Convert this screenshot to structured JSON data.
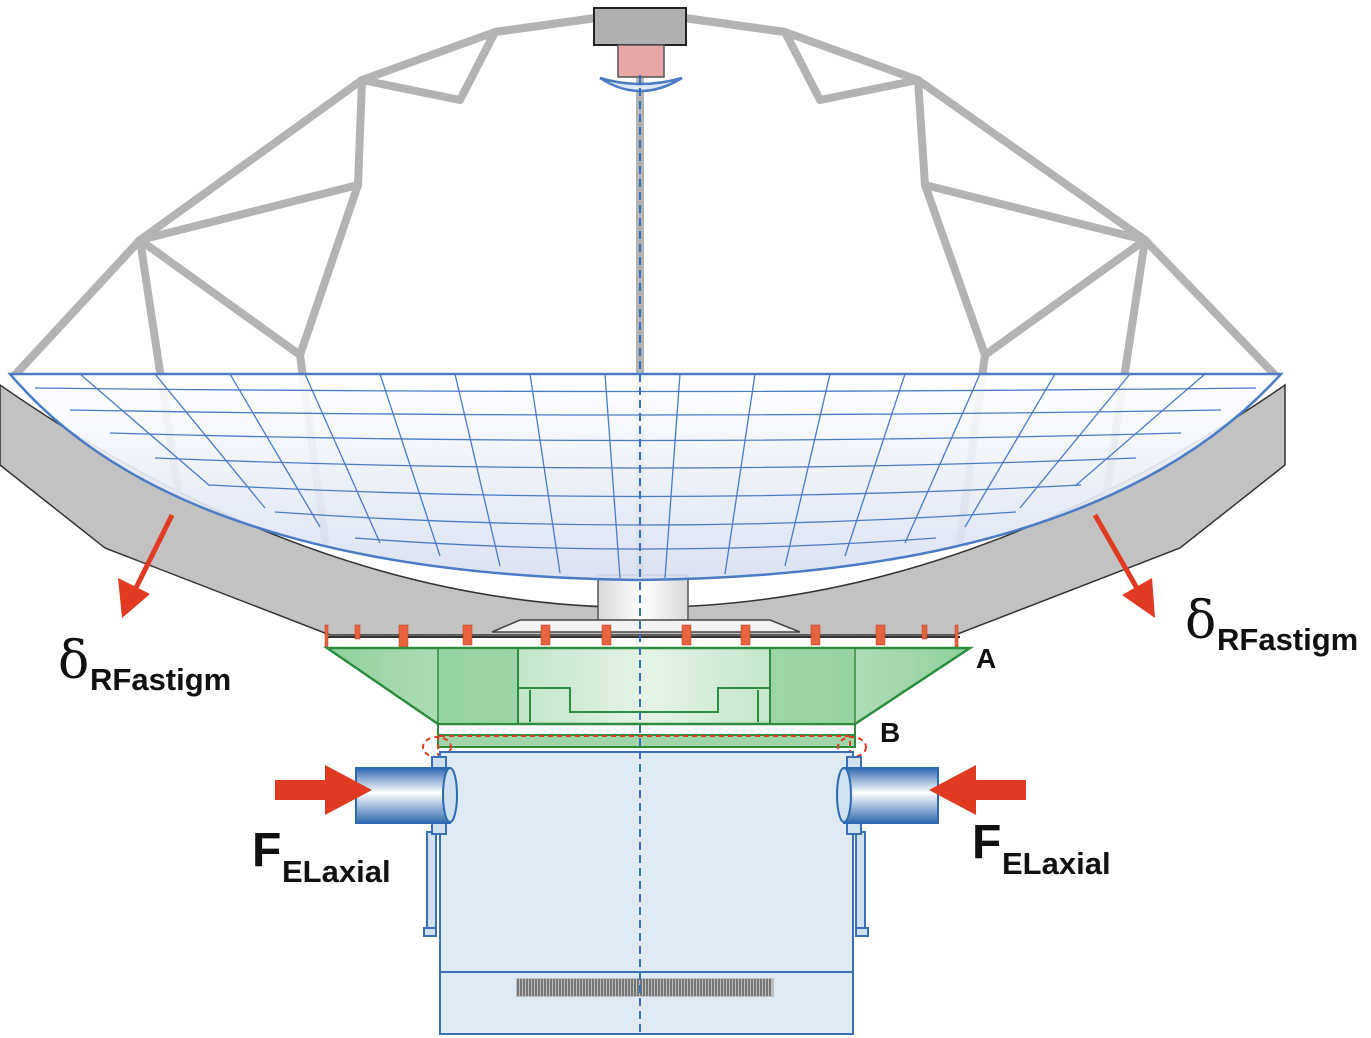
{
  "labels": {
    "delta_symbol": "δ",
    "delta_subscript": "RFastigm",
    "force_symbol": "F",
    "force_subscript": "ELaxial",
    "point_a": "A",
    "point_b": "B"
  },
  "colors": {
    "truss": "#b3b3b3",
    "dish_grid": "#4a7bc4",
    "backing_structure": "#c2c2c2",
    "yoke_green": "#3a9a4a",
    "arrow_red": "#e03a22",
    "cabin_fill": "#dde9f3",
    "cabin_stroke": "#3b6fb5",
    "subreflector": "#e8a7a7"
  },
  "icons": {
    "displacement_arrow": "red-arrow-icon",
    "force_arrow": "red-arrow-icon",
    "highlight_zone": "dashed-red-ellipse-icon"
  }
}
